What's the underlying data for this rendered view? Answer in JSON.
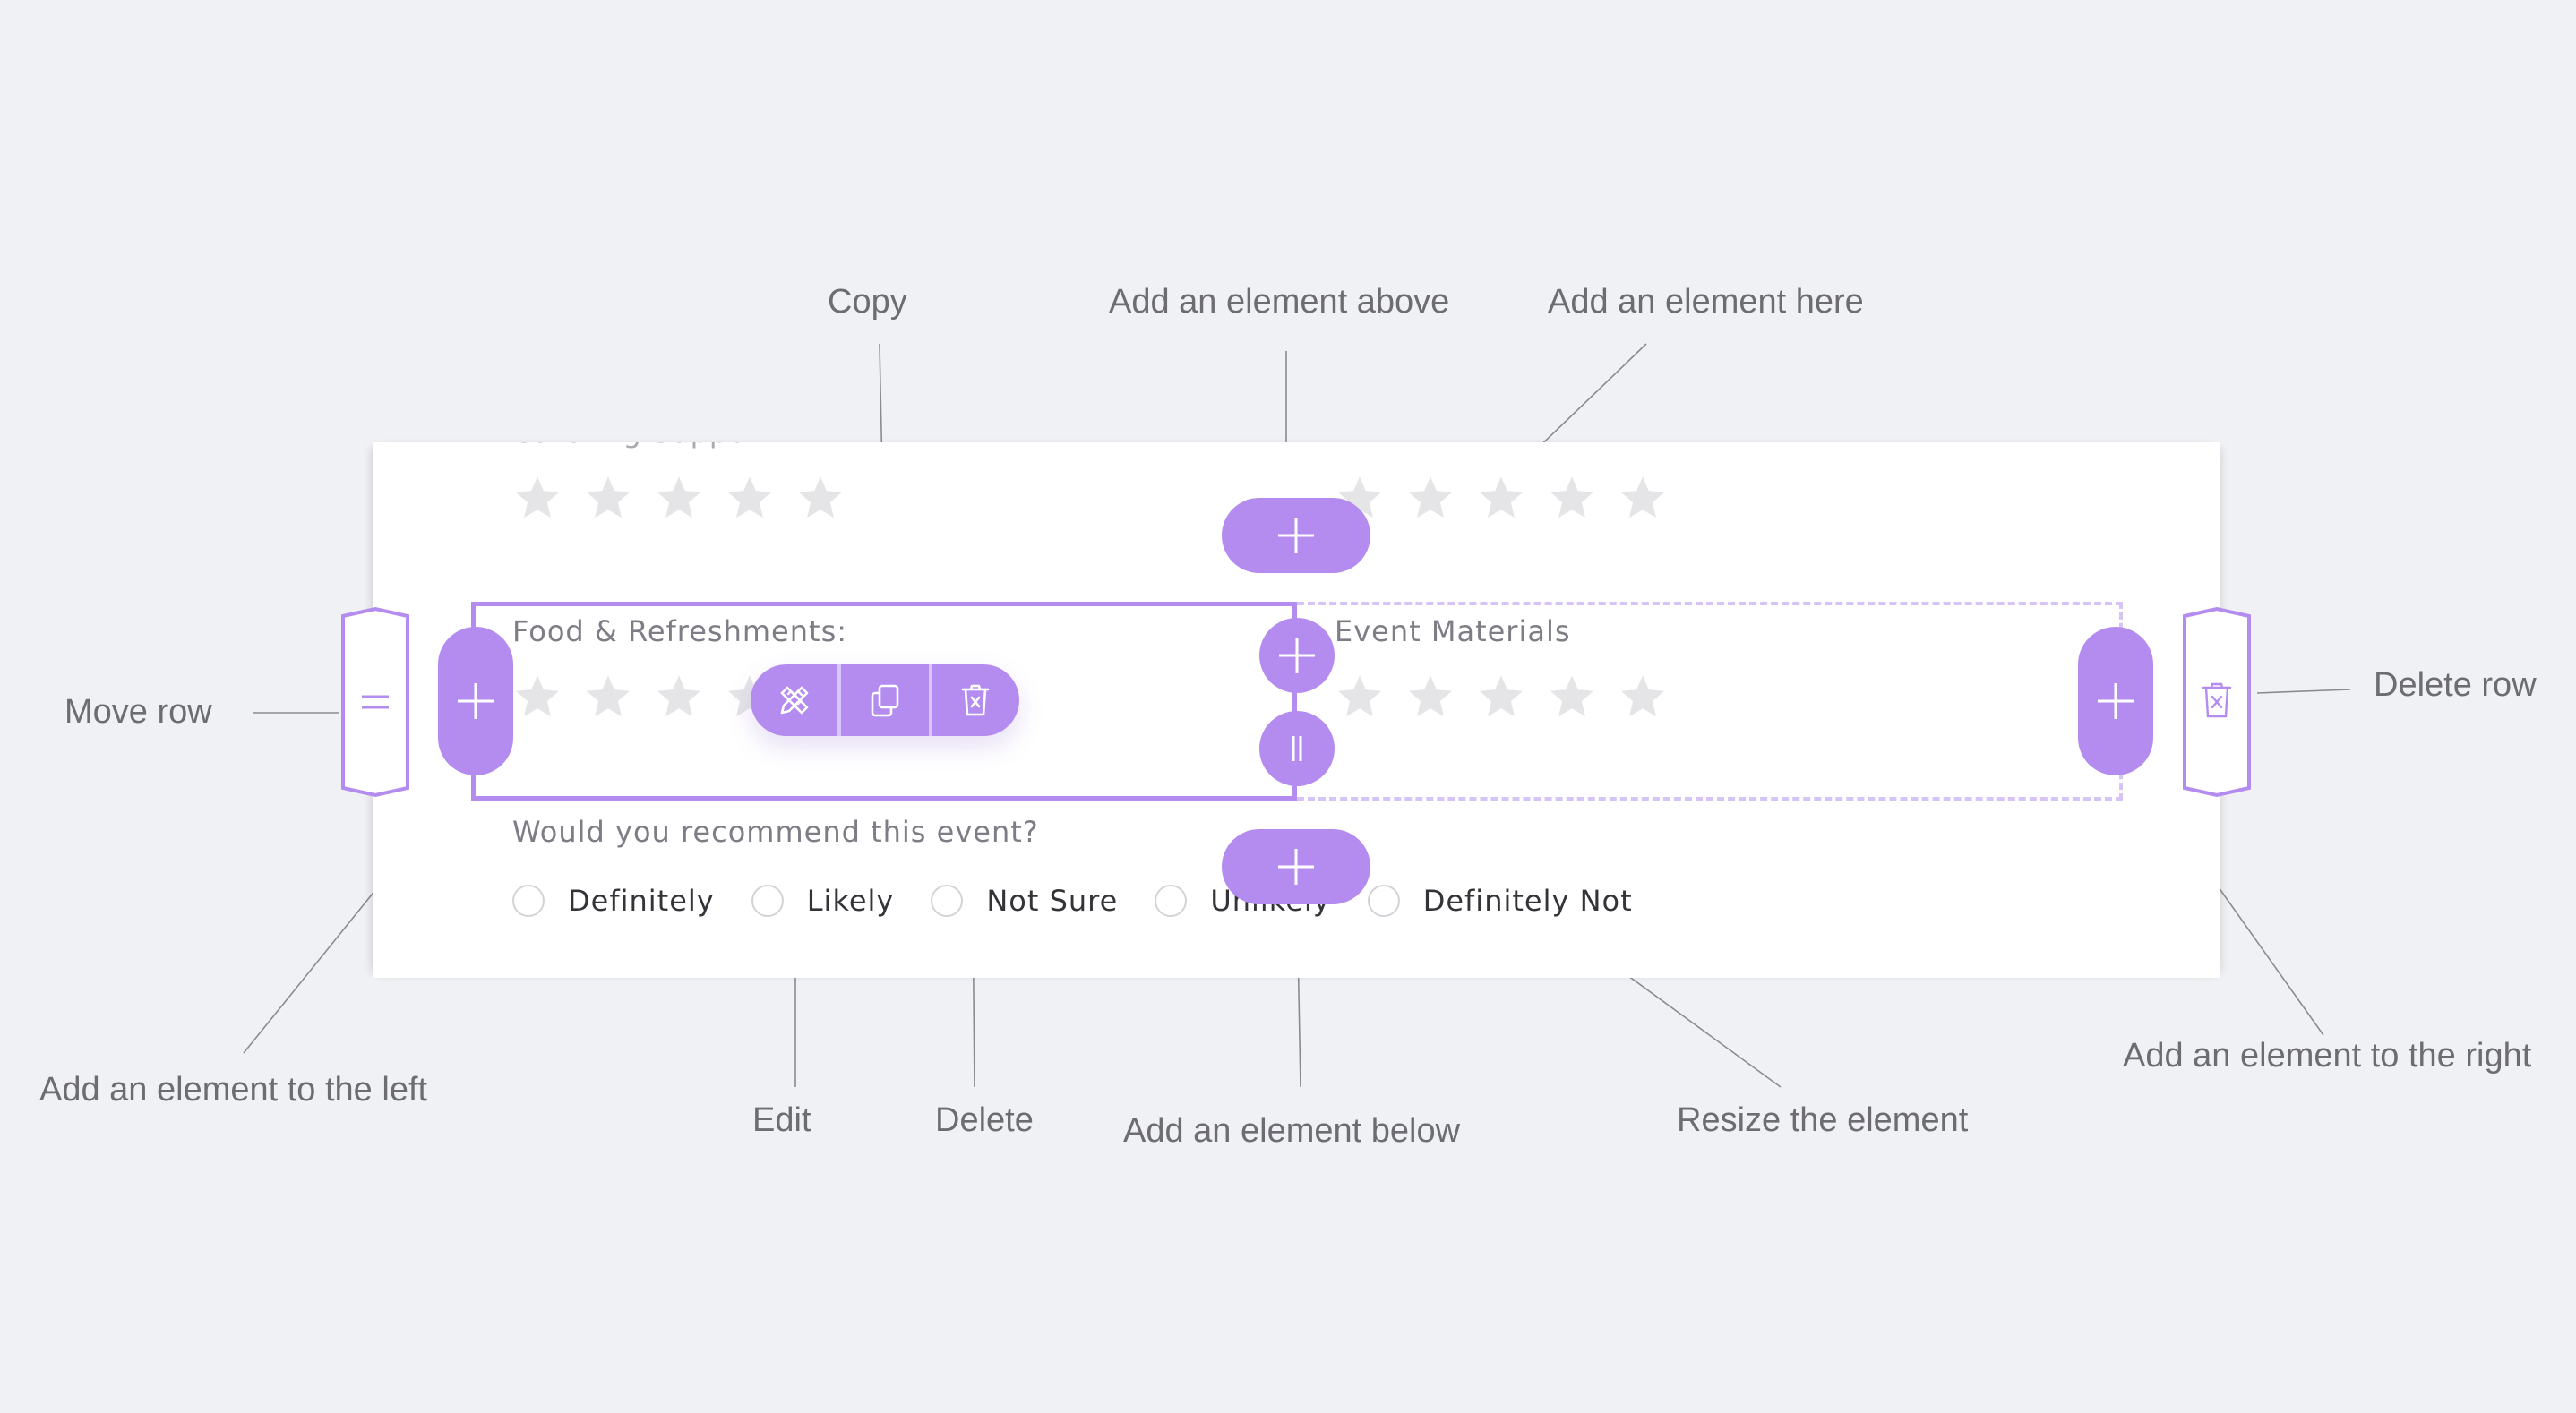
{
  "form": {
    "questions": {
      "top_left_stars": 5,
      "top_right_stars": 5,
      "food": {
        "label": "Food & Refreshments:",
        "stars": 5
      },
      "materials": {
        "label": "Event Materials",
        "stars": 5
      },
      "recommend": {
        "label": "Would you recommend this event?",
        "options": [
          "Definitely",
          "Likely",
          "Not Sure",
          "Unlikely",
          "Definitely Not"
        ]
      }
    }
  },
  "annotations": {
    "copy": "Copy",
    "add_above": "Add an element above",
    "add_here": "Add an element here",
    "move_row": "Move row",
    "delete_row": "Delete row",
    "add_left": "Add an element to the left",
    "edit": "Edit",
    "delete": "Delete",
    "add_below": "Add an element below",
    "resize": "Resize the element",
    "add_right": "Add an element to the right"
  },
  "colors": {
    "accent": "#b48cf0",
    "accent_light": "#d6c3f8",
    "star_empty": "#e5e5e8",
    "background": "#f0f1f4",
    "annotation_text": "#6c6c72"
  },
  "icons": {
    "move_row": "drag-handle-icon",
    "delete_row": "trash-icon",
    "add": "plus-icon",
    "edit": "pencil-ruler-icon",
    "copy": "copy-icon",
    "delete": "trash-icon",
    "resize": "resize-handle-icon"
  }
}
